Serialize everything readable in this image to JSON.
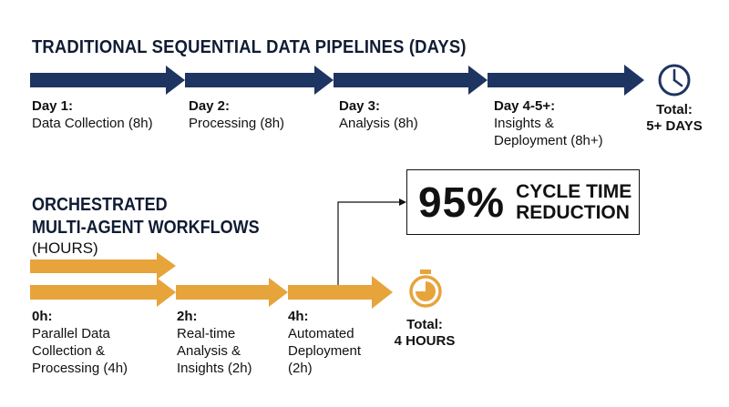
{
  "colors": {
    "navy": "#1e3461",
    "gold": "#e6a43a",
    "text": "#111111"
  },
  "traditional": {
    "heading": "TRADITIONAL SEQUENTIAL DATA PIPELINES (DAYS)",
    "steps": [
      {
        "title": "Day 1:",
        "desc": [
          "Data Collection (8h)"
        ]
      },
      {
        "title": "Day 2:",
        "desc": [
          "Processing (8h)"
        ]
      },
      {
        "title": "Day 3:",
        "desc": [
          "Analysis (8h)"
        ]
      },
      {
        "title": "Day 4-5+:",
        "desc": [
          "Insights &",
          "Deployment (8h+)"
        ]
      }
    ],
    "total_label": "Total:",
    "total_value": "5+ DAYS",
    "icon": "clock-icon"
  },
  "orchestrated": {
    "heading_line1": "ORCHESTRATED",
    "heading_line2": "MULTI-AGENT WORKFLOWS",
    "heading_sub": "(HOURS)",
    "steps": [
      {
        "title": "0h:",
        "desc": [
          "Parallel Data",
          "Collection &",
          "Processing (4h)"
        ]
      },
      {
        "title": "2h:",
        "desc": [
          "Real-time",
          "Analysis &",
          "Insights (2h)"
        ]
      },
      {
        "title": "4h:",
        "desc": [
          "Automated",
          "Deployment",
          "(2h)"
        ]
      }
    ],
    "total_label": "Total:",
    "total_value": "4 HOURS",
    "icon": "stopwatch-icon"
  },
  "callout": {
    "percent": "95%",
    "label_line1": "CYCLE TIME",
    "label_line2": "REDUCTION"
  }
}
